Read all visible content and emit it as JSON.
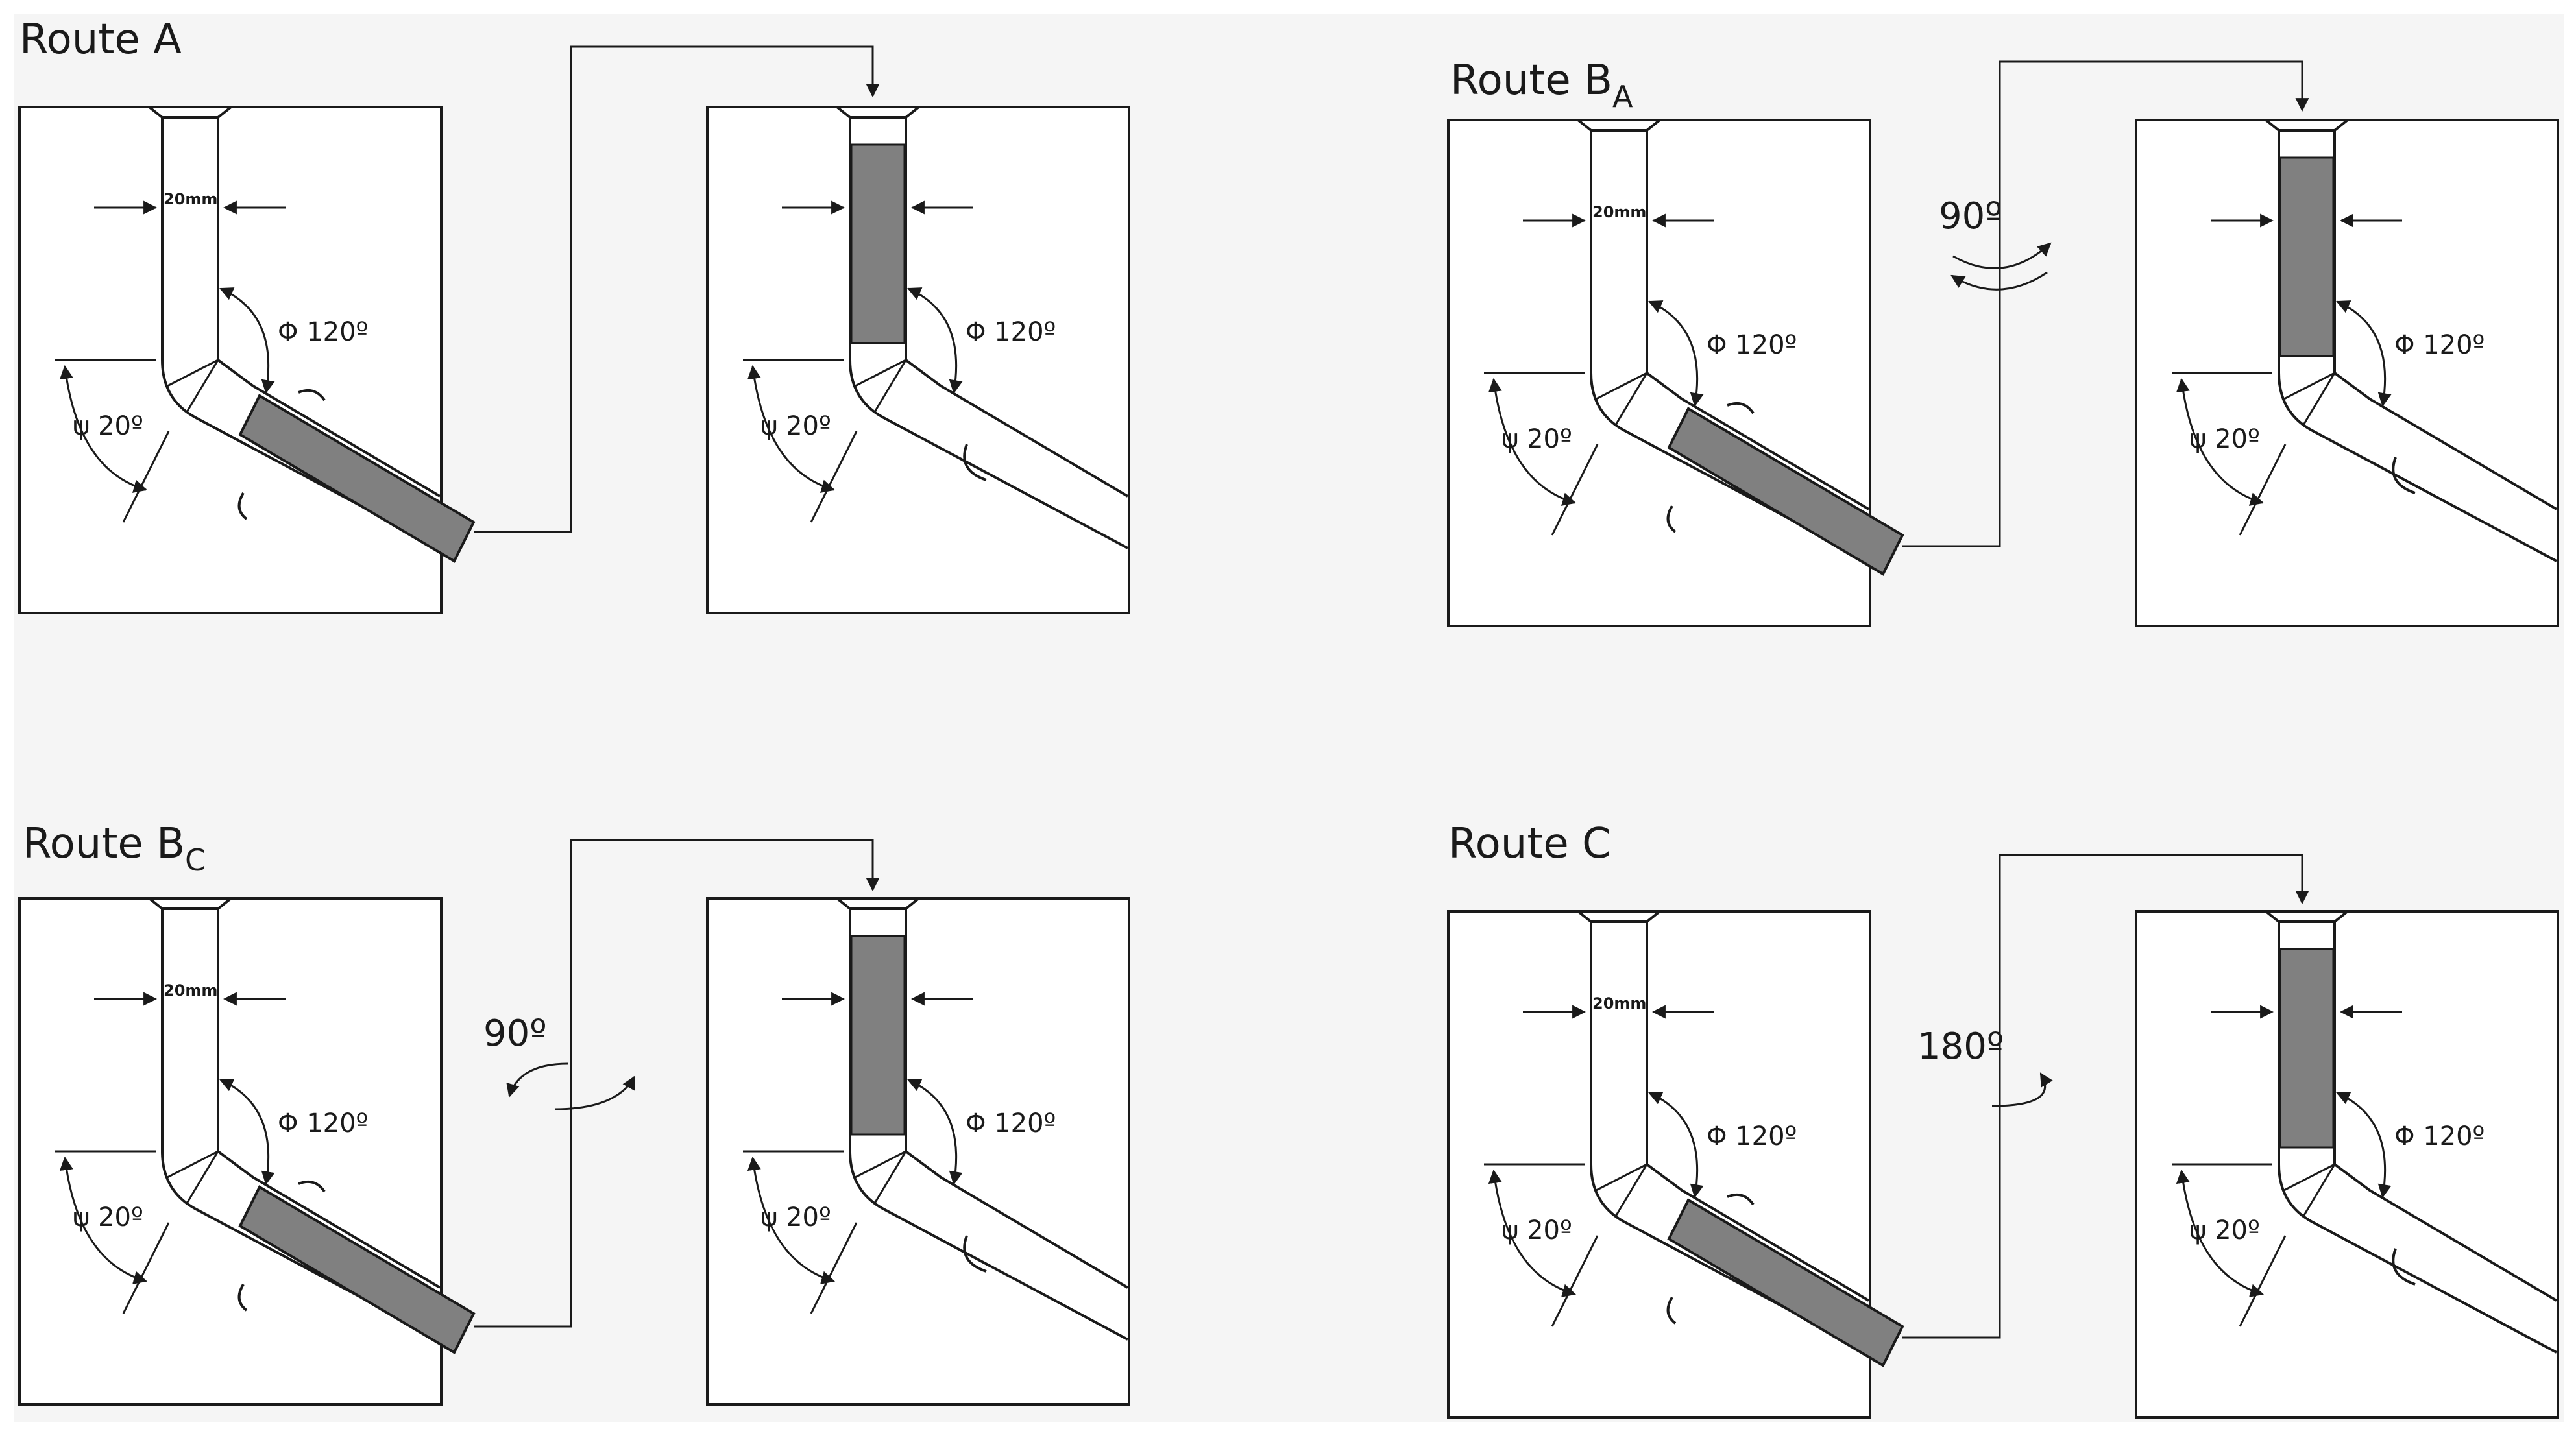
{
  "colors": {
    "background": "#f5f5f5",
    "line": "#1a1a1a",
    "billet": "#808080",
    "die_face": "#ffffff"
  },
  "labels": {
    "channel_width": "20mm",
    "phi_angle": "Φ 120º",
    "psi_angle": "ψ 20º"
  },
  "routes": [
    {
      "title": "Route A",
      "subscript": "",
      "rotation": ""
    },
    {
      "title": "Route B",
      "subscript": "A",
      "rotation": "90º"
    },
    {
      "title": "Route B",
      "subscript": "C",
      "rotation": "90º"
    },
    {
      "title": "Route C",
      "subscript": "",
      "rotation": "180º"
    }
  ],
  "icons": {
    "rotation_90": "double-curved-arrow-icon",
    "rotation_180": "single-curved-arrow-icon",
    "transfer": "transfer-arrow-icon"
  }
}
